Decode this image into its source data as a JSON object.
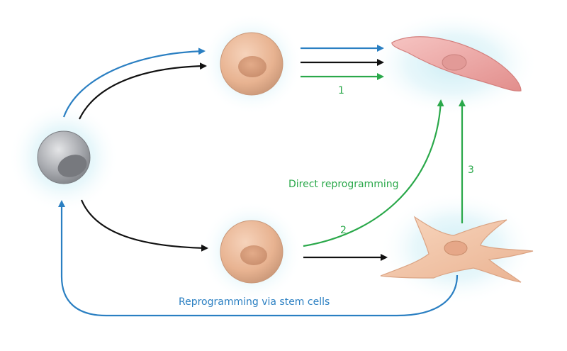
{
  "labels": {
    "path_1": "1",
    "path_2": "2",
    "path_3": "3",
    "direct_reprogramming": "Direct reprogramming",
    "reprogramming_via_stem_cells": "Reprogramming via stem cells"
  },
  "colors": {
    "blue_arrow": "#2a7fc2",
    "green_arrow": "#2aa84a",
    "black_arrow": "#111111",
    "stem_cell": "#8f9196",
    "round_cell": "#e6b08f",
    "spindle_cell": "#eea3a3",
    "fibroblast": "#f4c7a8",
    "glow": "#c9ecf4"
  }
}
